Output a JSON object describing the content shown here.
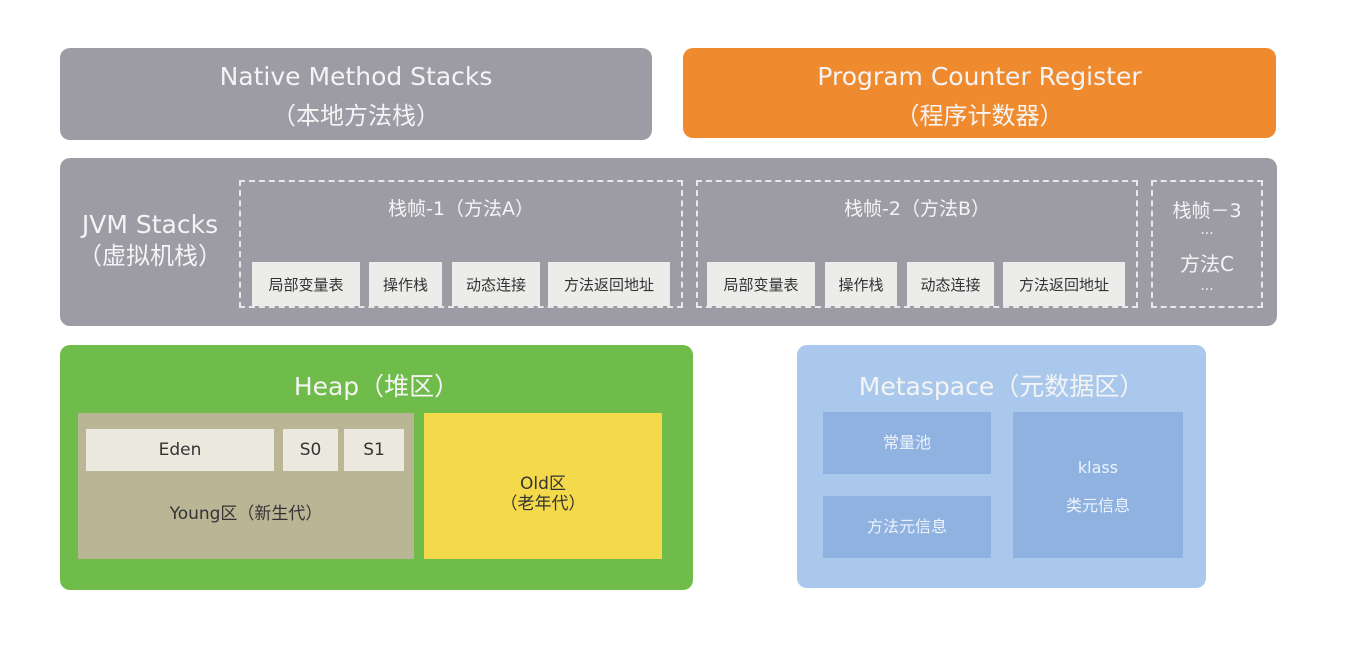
{
  "native": {
    "line1": "Native Method Stacks",
    "line2": "（本地方法栈）"
  },
  "pcr": {
    "line1": "Program Counter Register",
    "line2": "（程序计数器）"
  },
  "jvm": {
    "line1": "JVM Stacks",
    "line2": "（虚拟机栈）",
    "frames": [
      {
        "title": "栈帧-1（方法A）",
        "cells": [
          "局部变量表",
          "操作栈",
          "动态连接",
          "方法返回地址"
        ]
      },
      {
        "title": "栈帧-2（方法B）",
        "cells": [
          "局部变量表",
          "操作栈",
          "动态连接",
          "方法返回地址"
        ]
      }
    ],
    "frame3": {
      "title": "栈帧－3",
      "dots1": "...",
      "label": "方法C",
      "dots2": "..."
    }
  },
  "heap": {
    "title": "Heap（堆区）",
    "eden": "Eden",
    "s0": "S0",
    "s1": "S1",
    "young": "Young区（新生代）",
    "old_line1": "Old区",
    "old_line2": "（老年代）"
  },
  "meta": {
    "title": "Metaspace（元数据区）",
    "pool": "常量池",
    "method_info": "方法元信息",
    "klass": "klass",
    "class_info": "类元信息"
  },
  "colors": {
    "gray": "#9d9ca4",
    "orange": "#f08a2e",
    "green": "#6fbc4a",
    "blue": "#a9c8ec",
    "yellow": "#f4da4a"
  }
}
